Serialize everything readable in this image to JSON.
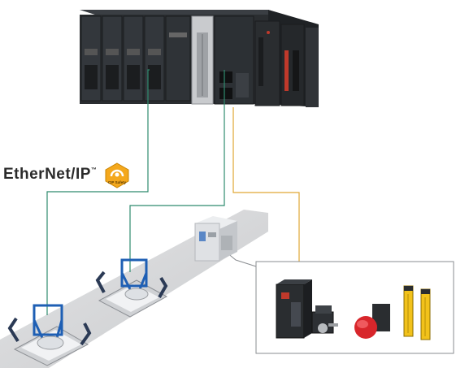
{
  "network_logo": {
    "text": "EtherNet/IP",
    "tm": "™",
    "badge_text": "CIP Safety"
  },
  "colors": {
    "ethernet_line": "#2e8b6e",
    "io_line": "#e0a634",
    "conveyor": "#d3d4d6",
    "robot_blue": "#1e5fb4",
    "safety_badge": "#f4a81d",
    "controller_dark": "#2a2d30"
  },
  "devices": {
    "controller": "machine-automation-controller",
    "safety_controller": "safety-cpu-unit",
    "robot_cells": [
      "robot-cell-1",
      "robot-cell-2"
    ],
    "machine": "assembly-machine",
    "field_devices": [
      "servo-drive",
      "servo-motor",
      "emergency-stop-switch",
      "safety-light-curtain"
    ]
  }
}
